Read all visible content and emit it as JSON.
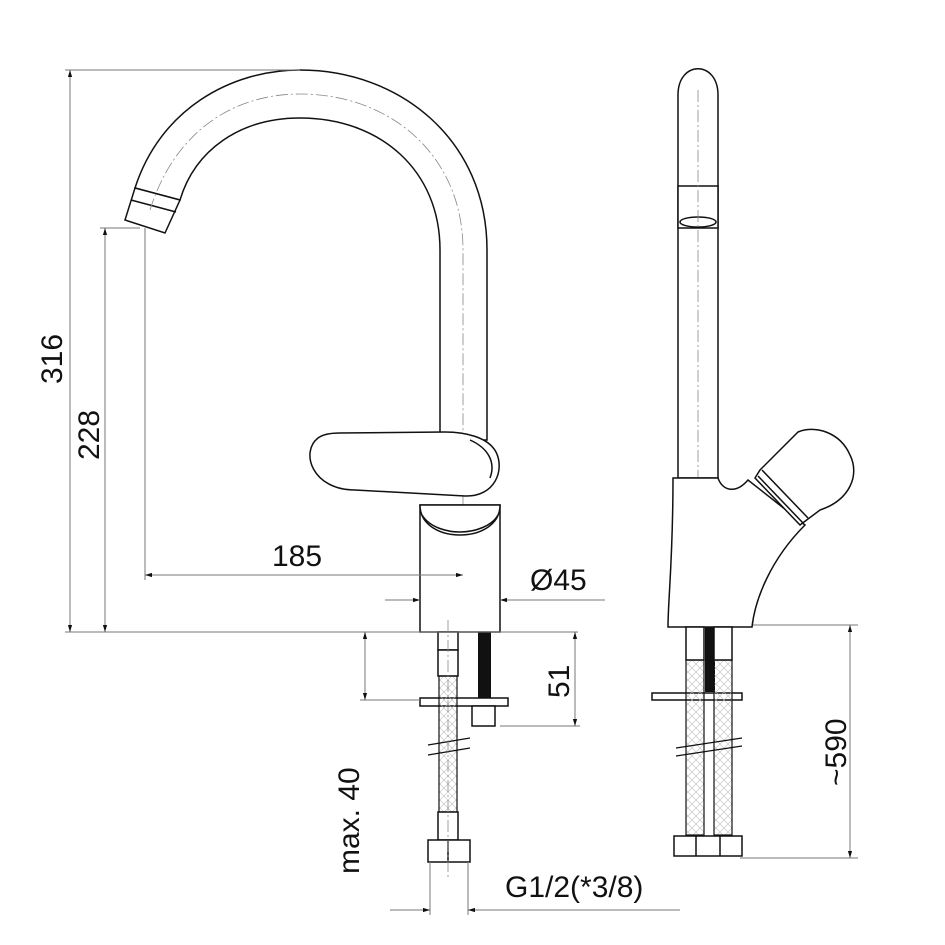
{
  "drawing": {
    "title": "Kitchen faucet dimension drawing",
    "dimensions": {
      "total_height": "316",
      "spout_height": "228",
      "spout_reach": "185",
      "body_diameter": "Ø45",
      "thread_length": "51",
      "max_counter_thickness": "max. 40",
      "connection_thread": "G1/2(*3/8)",
      "hose_length": "~590"
    },
    "colors": {
      "line": "#111111",
      "dim_line": "#777777"
    }
  }
}
